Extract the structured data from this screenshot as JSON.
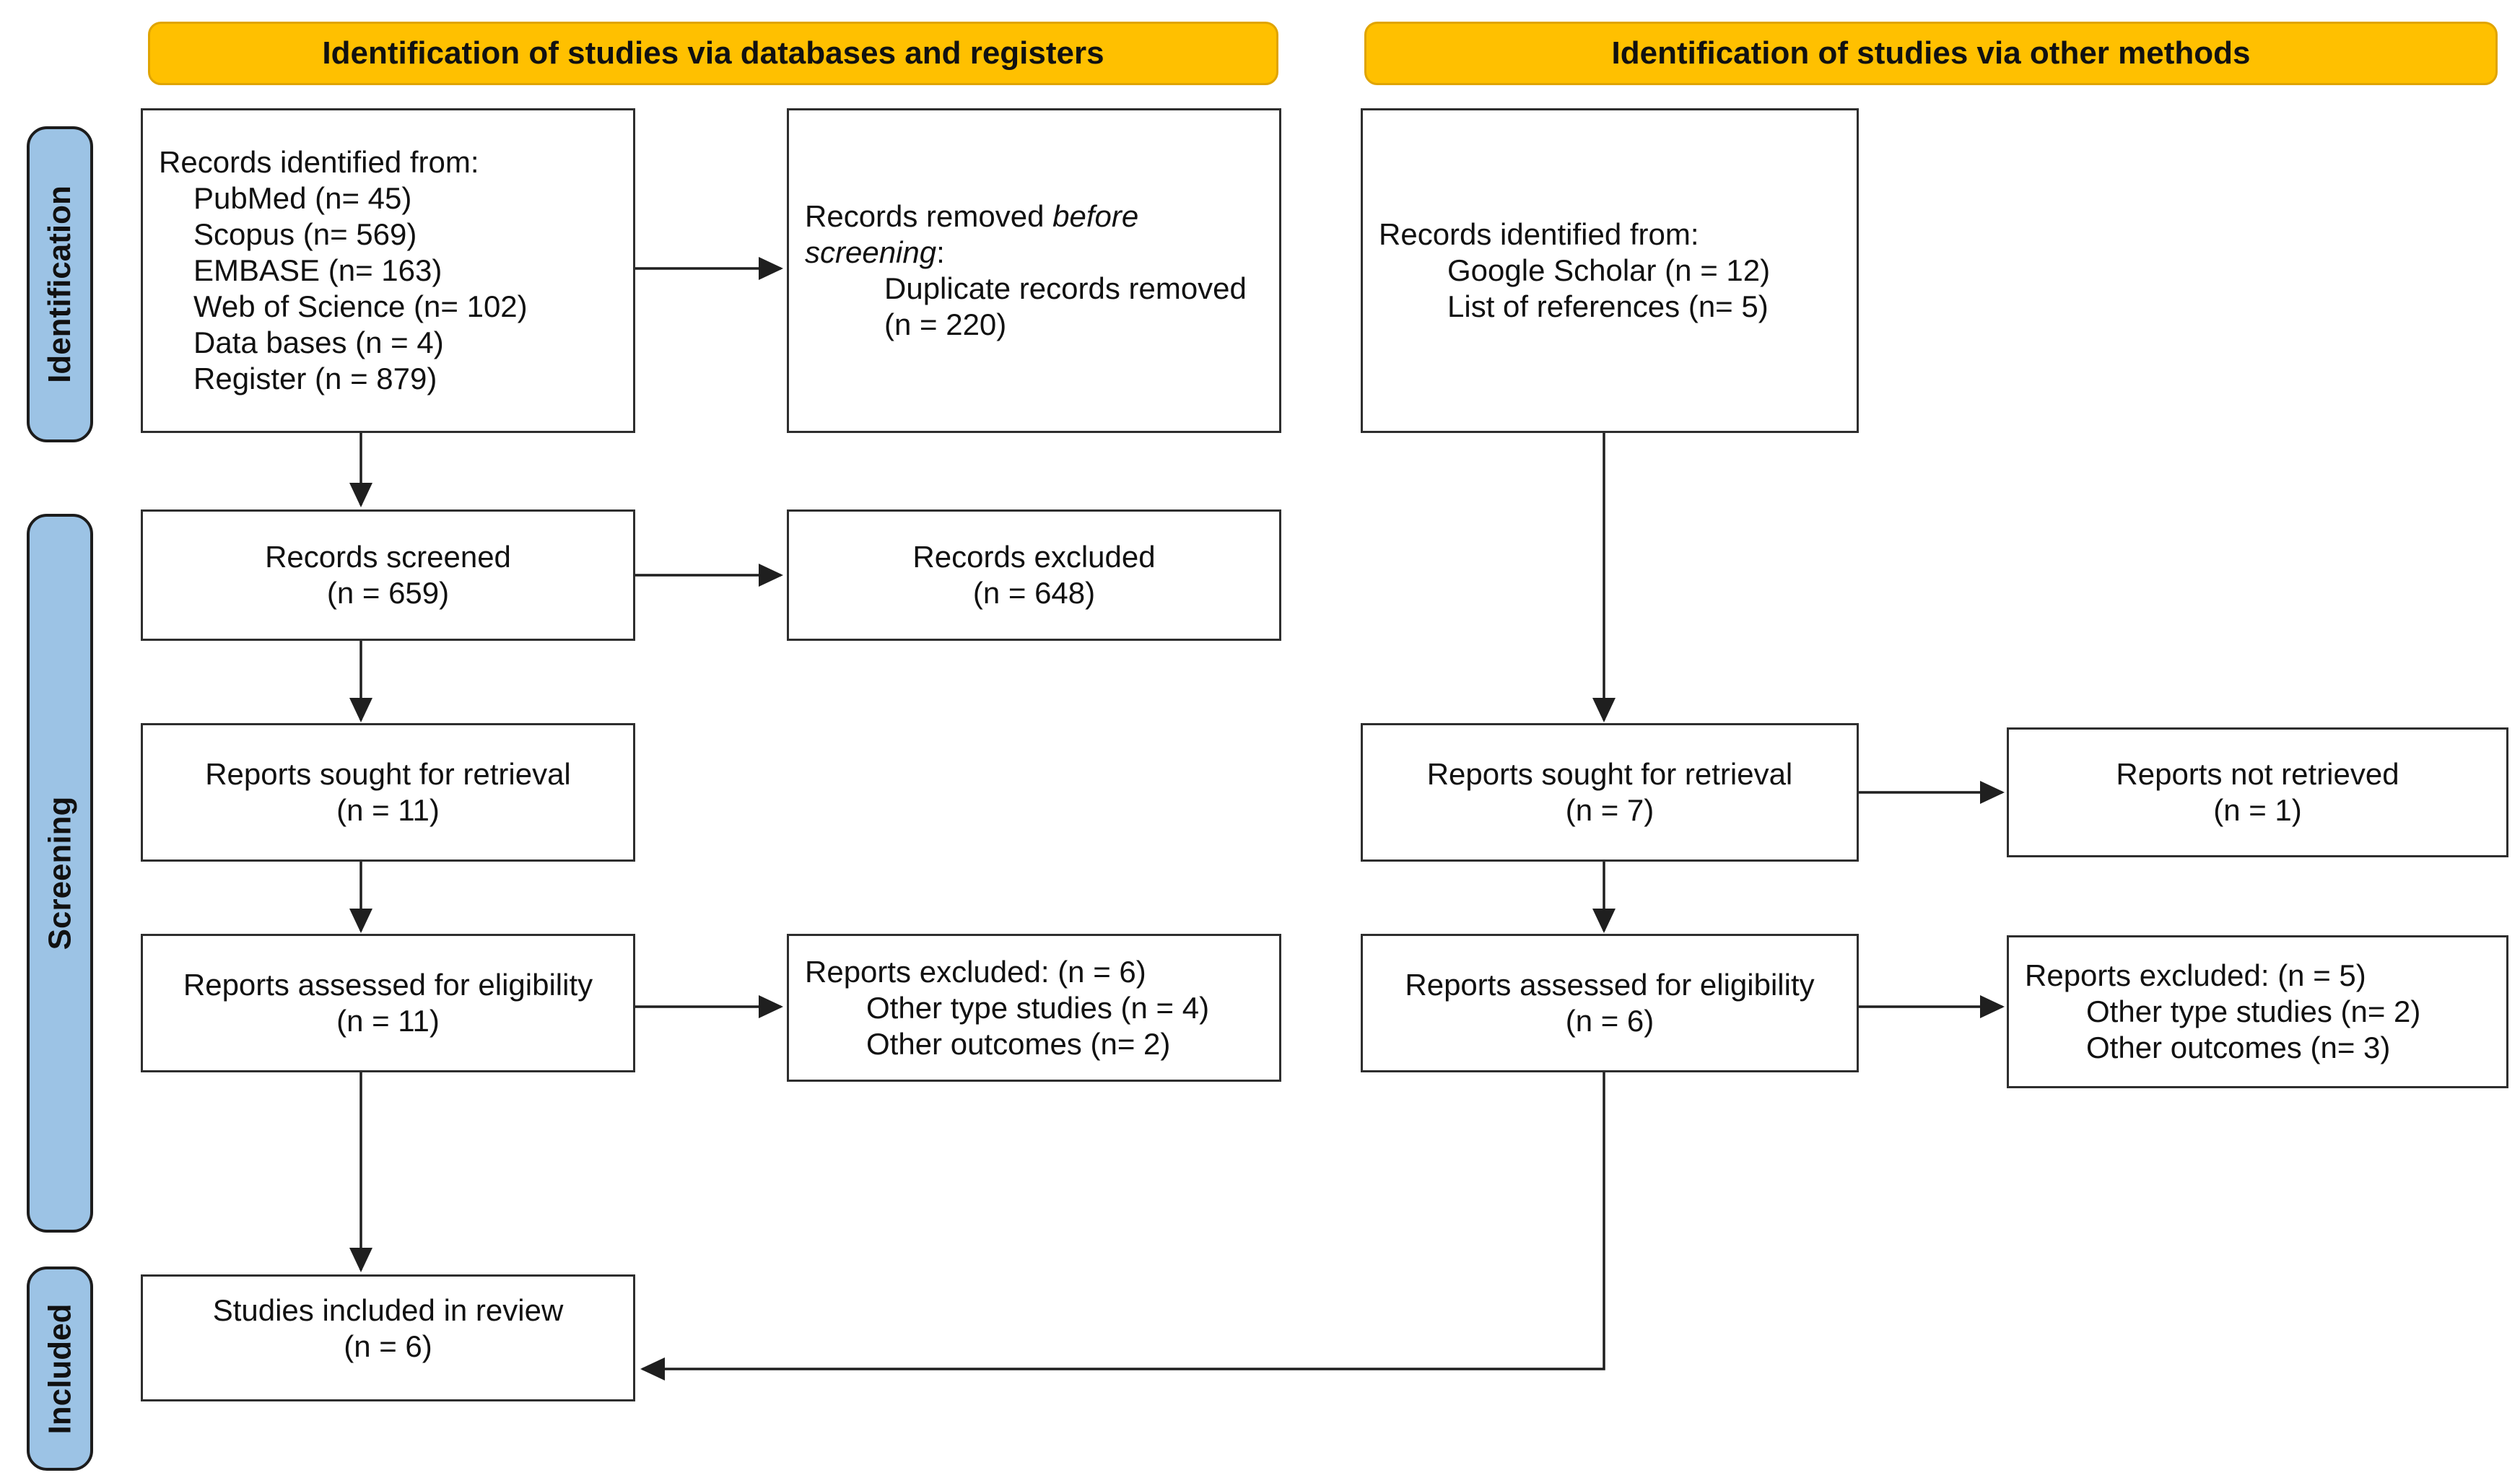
{
  "colors": {
    "banner_fill": "#FFC000",
    "banner_border": "#E0A400",
    "stage_fill": "#9CC3E5",
    "stage_border": "#1C1C1C",
    "box_border": "#2E2E2E",
    "arrow": "#1F1F1F",
    "text": "#111111"
  },
  "banners": [
    {
      "label": "Identification of studies via databases and registers"
    },
    {
      "label": "Identification of studies via other methods"
    }
  ],
  "stages": [
    {
      "label": "Identification"
    },
    {
      "label": "Screening"
    },
    {
      "label": "Included"
    }
  ],
  "boxes": {
    "records_identified_db": {
      "title": "Records identified from:",
      "items": [
        "PubMed (n= 45)",
        "Scopus (n= 569)",
        "EMBASE (n= 163)",
        "Web of Science (n= 102)",
        "Data bases (n = 4)",
        "Register (n = 879)"
      ]
    },
    "records_removed": {
      "line1_regular": "Records removed ",
      "line1_italic": "before",
      "line2_italic": "screening",
      "line2_regular": ":",
      "items": [
        "Duplicate records removed",
        "(n = 220)"
      ]
    },
    "records_identified_other": {
      "title": "Records identified from:",
      "items": [
        "Google Scholar (n = 12)",
        "List of references (n= 5)"
      ]
    },
    "records_screened": {
      "lines": [
        "Records screened",
        "(n = 659)"
      ]
    },
    "records_excluded": {
      "lines": [
        "Records excluded",
        "(n = 648)"
      ]
    },
    "reports_sought_db": {
      "lines": [
        "Reports sought for retrieval",
        "(n = 11)"
      ]
    },
    "reports_sought_other": {
      "lines": [
        "Reports sought for retrieval",
        "(n = 7)"
      ]
    },
    "reports_not_retrieved": {
      "lines": [
        "Reports not retrieved",
        "(n = 1)"
      ]
    },
    "reports_assessed_db": {
      "lines": [
        "Reports assessed for eligibility",
        "(n = 11)"
      ]
    },
    "reports_excluded_db": {
      "title": "Reports excluded: (n = 6)",
      "items": [
        "Other type studies (n = 4)",
        "Other outcomes (n= 2)"
      ]
    },
    "reports_assessed_other": {
      "lines": [
        "Reports assessed for eligibility",
        "(n = 6)"
      ]
    },
    "reports_excluded_other": {
      "title": "Reports excluded: (n = 5)",
      "items": [
        "Other type studies (n= 2)",
        "Other outcomes (n= 3)"
      ]
    },
    "studies_included": {
      "lines": [
        "Studies included in review",
        "(n = 6)"
      ]
    }
  }
}
